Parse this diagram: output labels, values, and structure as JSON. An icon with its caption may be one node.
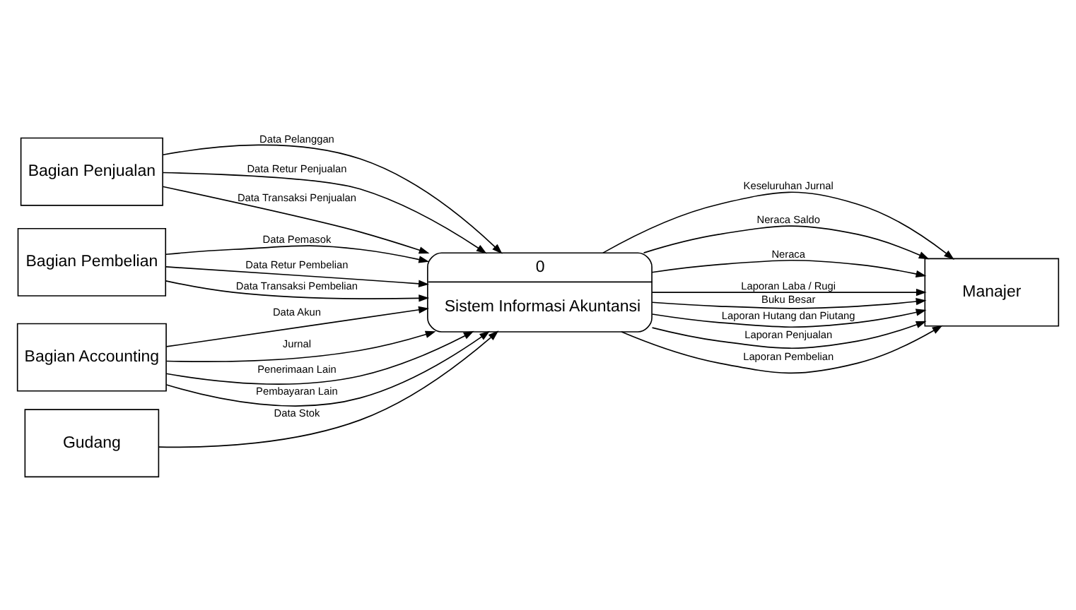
{
  "diagram": {
    "nodes": [
      {
        "text": [
          "Bagian Penjualan"
        ]
      },
      {
        "text": [
          "Bagian Pembelian"
        ]
      },
      {
        "text": [
          "0",
          "Sistem Informasi Akuntansi"
        ]
      },
      {
        "text": [
          "Bagian Accounting"
        ]
      },
      {
        "text": [
          "Gudang"
        ]
      },
      {
        "text": [
          "Manajer"
        ]
      }
    ],
    "edges": [
      {
        "from": 0,
        "to": 2,
        "arrow": "to",
        "label": "Data Pelanggan"
      },
      {
        "from": 1,
        "to": 2,
        "arrow": "to",
        "label": "Data Pemasok"
      },
      {
        "from": 0,
        "to": 2,
        "arrow": "to",
        "label": "Data Retur Penjualan"
      },
      {
        "from": 1,
        "to": 2,
        "arrow": "to",
        "label": "Data Retur Pembelian"
      },
      {
        "from": 0,
        "to": 2,
        "arrow": "to",
        "label": "Data Transaksi Penjualan"
      },
      {
        "from": 1,
        "to": 2,
        "arrow": "to",
        "label": "Data Transaksi Pembelian"
      },
      {
        "from": 3,
        "to": 2,
        "arrow": "to",
        "label": "Data Akun"
      },
      {
        "from": 3,
        "to": 2,
        "arrow": "to",
        "label": "Jurnal"
      },
      {
        "from": 2,
        "to": 5,
        "arrow": "to",
        "label": "Keseluruhan Jurnal"
      },
      {
        "from": 2,
        "to": 5,
        "arrow": "to",
        "label": "Neraca Saldo"
      },
      {
        "from": 2,
        "to": 5,
        "arrow": "to",
        "label": "Neraca"
      },
      {
        "from": 3,
        "to": 2,
        "arrow": "to",
        "label": "Penerimaan Lain"
      },
      {
        "from": 3,
        "to": 2,
        "arrow": "to",
        "label": "Pembayaran Lain"
      },
      {
        "from": 2,
        "to": 5,
        "arrow": "to",
        "label": "Laporan Laba / Rugi"
      },
      {
        "from": 2,
        "to": 5,
        "arrow": "to",
        "label": "Buku Besar"
      },
      {
        "from": 2,
        "to": 5,
        "arrow": "to",
        "label": "Laporan Hutang dan Piutang"
      },
      {
        "from": 2,
        "to": 5,
        "arrow": "to",
        "label": "Laporan Penjualan"
      },
      {
        "from": 4,
        "to": 2,
        "arrow": "to",
        "label": "Data Stok"
      },
      {
        "from": 2,
        "to": 5,
        "arrow": "to",
        "label": "Laporan Pembelian"
      }
    ]
  }
}
